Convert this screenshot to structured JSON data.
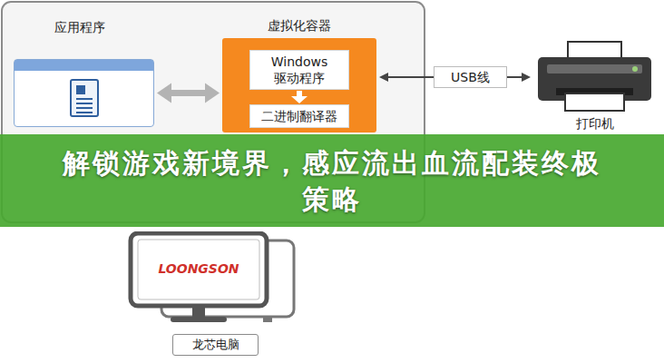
{
  "diagram": {
    "title": "解锁游戏新境界，感应流出血流配装终极策略",
    "nodes": [
      {
        "text": [
          "应用程序"
        ]
      },
      {
        "text": [
          "虚拟化容器"
        ]
      },
      {
        "text": [
          "Windows 驱动程序"
        ],
        "in": 1
      },
      {
        "text": [
          "二进制翻译器"
        ],
        "in": 1
      },
      {
        "text": [
          "打印机"
        ]
      },
      {
        "text": [
          "LOONGSON",
          "龙芯电脑"
        ]
      }
    ],
    "edges": [
      {
        "from": 0,
        "to": 1,
        "arrow": "both"
      },
      {
        "from": 1,
        "to": 4,
        "arrow": "both",
        "label": "USB线"
      }
    ]
  }
}
